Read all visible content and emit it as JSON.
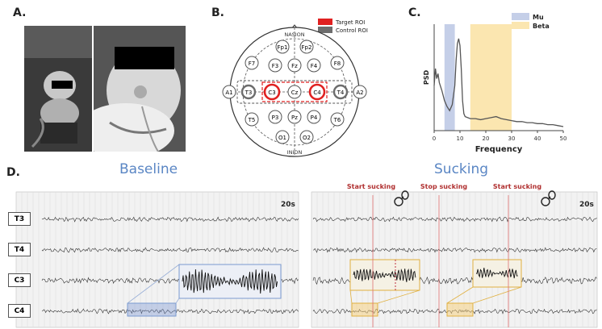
{
  "panels": {
    "a": "A.",
    "b": "B.",
    "c": "C.",
    "d": "D."
  },
  "headcap": {
    "legend": [
      {
        "label": "Target ROI",
        "color": "#e02020"
      },
      {
        "label": "Control ROI",
        "color": "#6d6d6d"
      }
    ],
    "nasion": "NASION",
    "inion": "INION",
    "electrodes": {
      "fp1": "Fp1",
      "fp2": "Fp2",
      "f7": "F7",
      "f3": "F3",
      "fz": "Fz",
      "f4": "F4",
      "f8": "F8",
      "a1": "A1",
      "t3": "T3",
      "c3": "C3",
      "cz": "Cz",
      "c4": "C4",
      "t4": "T4",
      "a2": "A2",
      "t5": "T5",
      "p3": "P3",
      "pz": "Pz",
      "p4": "P4",
      "t6": "T6",
      "o1": "O1",
      "o2": "O2"
    }
  },
  "psd": {
    "ylabel": "PSD",
    "xlabel": "Frequency",
    "ticks": [
      "0",
      "10",
      "20",
      "30",
      "40",
      "50"
    ],
    "legend": [
      {
        "label": "Mu",
        "color": "#c5cfe8"
      },
      {
        "label": "Beta",
        "color": "#fbe6b0"
      }
    ]
  },
  "chart_data": {
    "type": "line",
    "xlabel": "Frequency",
    "ylabel": "PSD",
    "xlim": [
      0,
      50
    ],
    "bands": [
      {
        "name": "Mu",
        "range": [
          4,
          8
        ]
      },
      {
        "name": "Beta",
        "range": [
          14,
          30
        ]
      }
    ],
    "x": [
      0,
      0.5,
      1,
      1.5,
      2,
      3,
      4,
      5,
      6,
      7,
      8,
      8.5,
      9,
      9.5,
      10,
      10.5,
      11,
      11.5,
      12,
      13,
      14,
      16,
      18,
      20,
      22,
      24,
      26,
      28,
      30,
      32,
      34,
      36,
      38,
      40,
      42,
      44,
      46,
      48,
      50
    ],
    "y": [
      0.45,
      0.62,
      0.52,
      0.57,
      0.48,
      0.4,
      0.3,
      0.24,
      0.2,
      0.26,
      0.45,
      0.7,
      0.87,
      0.92,
      0.85,
      0.62,
      0.3,
      0.17,
      0.14,
      0.13,
      0.12,
      0.12,
      0.11,
      0.12,
      0.13,
      0.14,
      0.12,
      0.11,
      0.1,
      0.09,
      0.09,
      0.08,
      0.08,
      0.07,
      0.07,
      0.06,
      0.06,
      0.05,
      0.04
    ]
  },
  "eeg": {
    "baseline_title": "Baseline",
    "sucking_title": "Sucking",
    "duration": "20s",
    "channels": [
      "T3",
      "T4",
      "C3",
      "C4"
    ],
    "events": [
      "Start sucking",
      "Stop sucking",
      "Start sucking"
    ]
  }
}
